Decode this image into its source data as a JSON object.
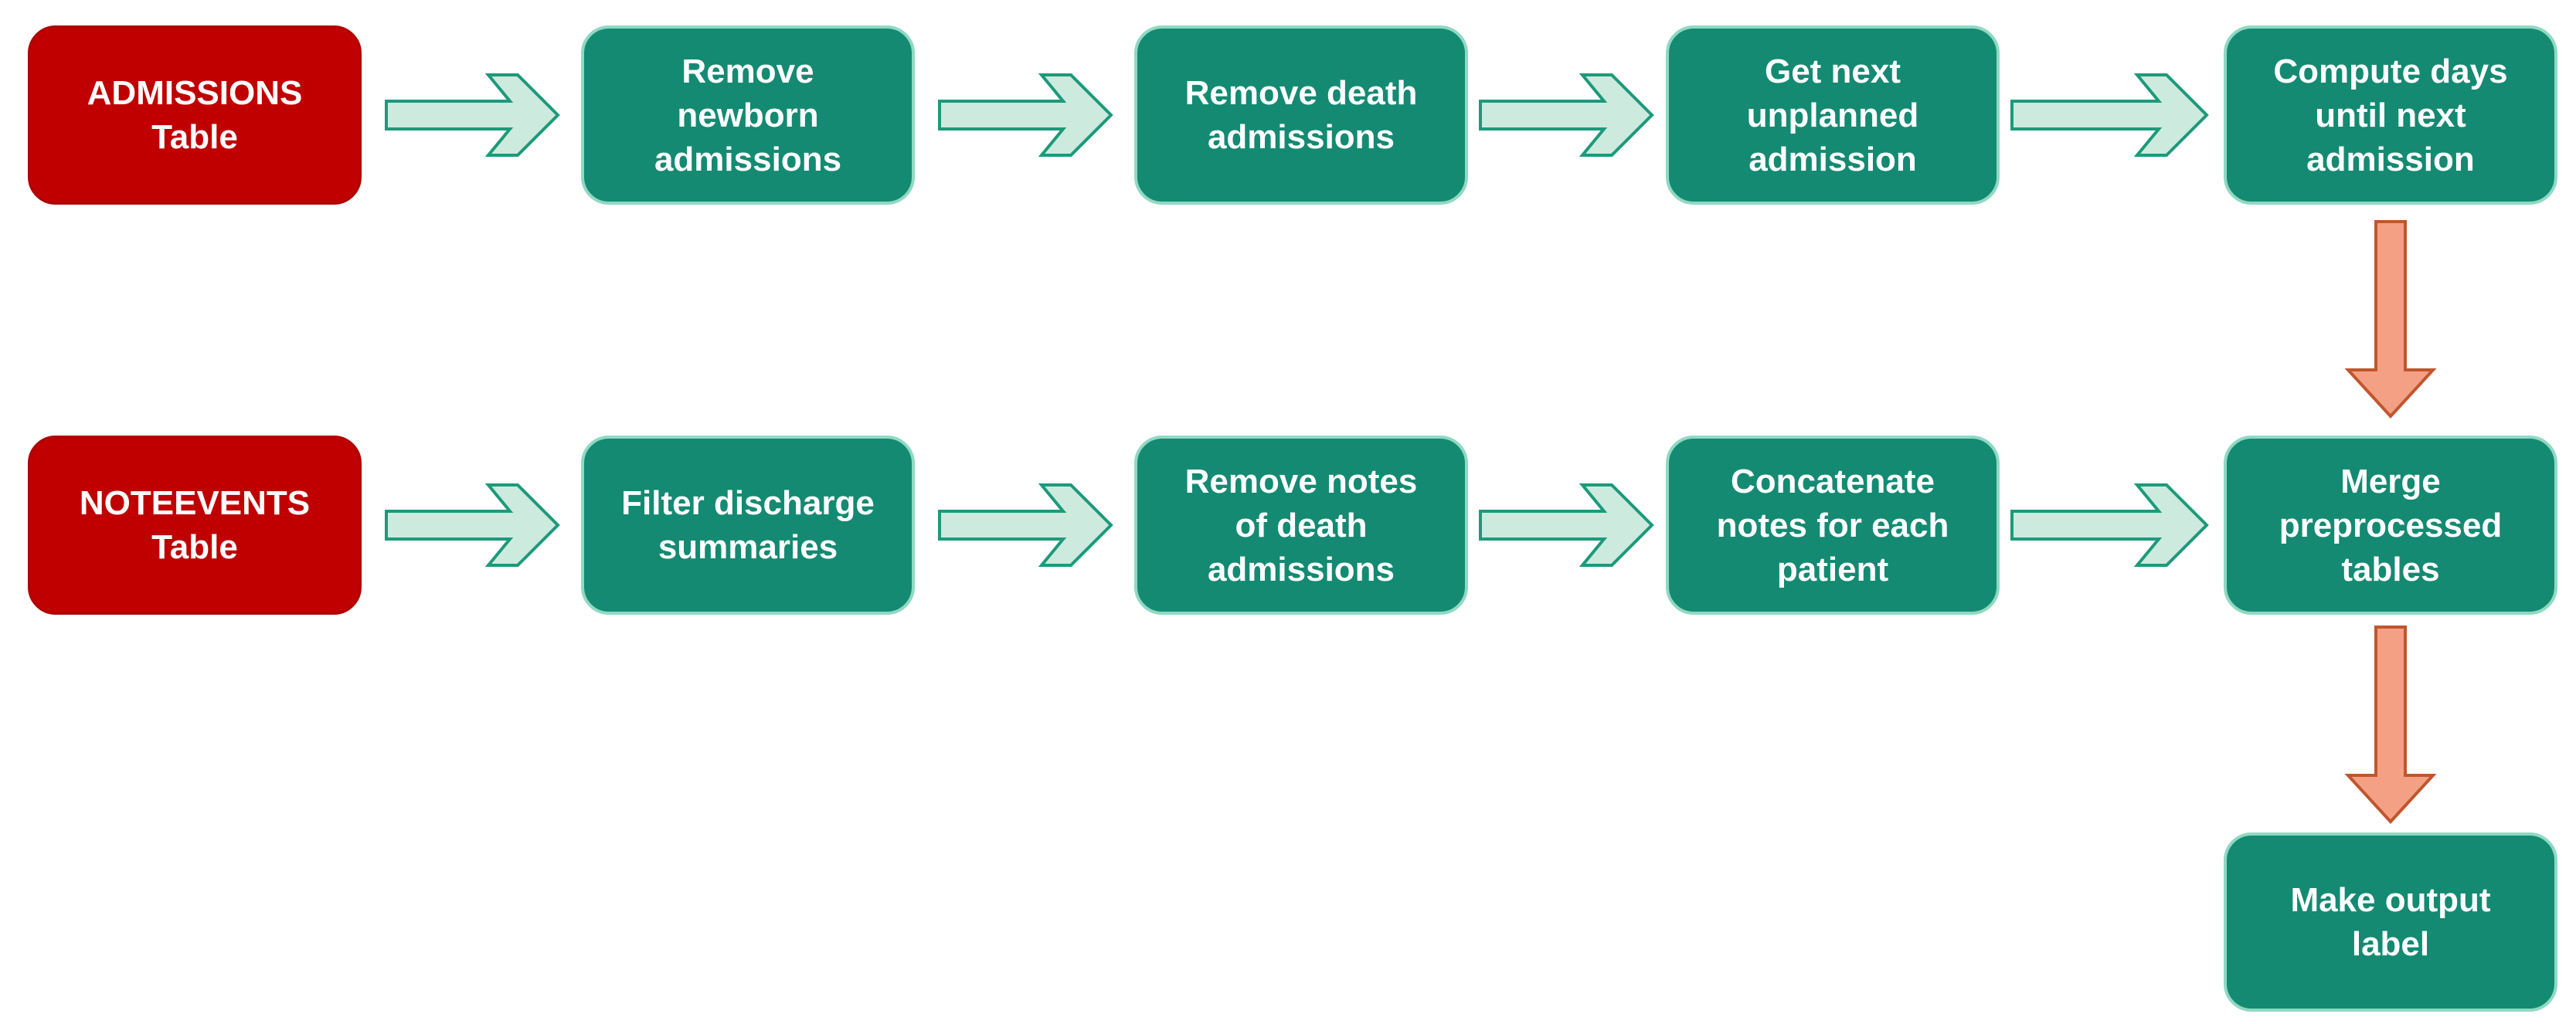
{
  "nodes": {
    "admissions": {
      "lines": [
        "ADMISSIONS",
        "Table"
      ]
    },
    "remove_newborn": {
      "lines": [
        "Remove",
        "newborn",
        "admissions"
      ]
    },
    "remove_death": {
      "lines": [
        "Remove death",
        "admissions"
      ]
    },
    "next_unplanned": {
      "lines": [
        "Get next",
        "unplanned",
        "admission"
      ]
    },
    "compute_days": {
      "lines": [
        "Compute days",
        "until next",
        "admission"
      ]
    },
    "noteevents": {
      "lines": [
        "NOTEEVENTS",
        "Table"
      ]
    },
    "filter_discharge": {
      "lines": [
        "Filter discharge",
        "summaries"
      ]
    },
    "remove_notes": {
      "lines": [
        "Remove notes",
        "of death",
        "admissions"
      ]
    },
    "concatenate": {
      "lines": [
        "Concatenate",
        "notes for each",
        "patient"
      ]
    },
    "merge": {
      "lines": [
        "Merge",
        "preprocessed",
        "tables"
      ]
    },
    "output_label": {
      "lines": [
        "Make output",
        "label"
      ]
    }
  },
  "colors": {
    "source_fill": "#c00000",
    "step_fill": "#148a72",
    "step_border": "#8fd9c2",
    "flow_arrow_fill": "#cdeadf",
    "flow_arrow_stroke": "#1c9a7a",
    "merge_arrow_fill": "#f4a085",
    "merge_arrow_stroke": "#c0562e",
    "text": "#ffffff"
  }
}
